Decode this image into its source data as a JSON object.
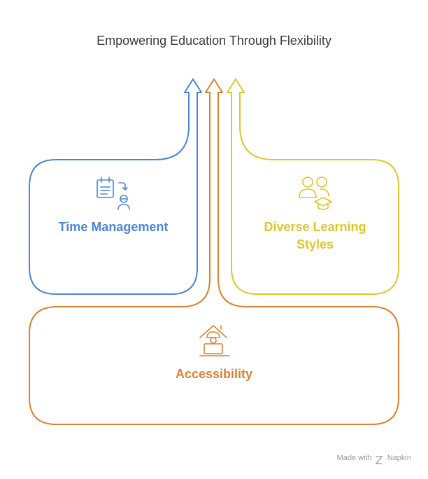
{
  "title": "Empowering Education Through Flexibility",
  "nodes": {
    "time_management": {
      "label": "Time Management",
      "icon": "calendar-clock-person-icon",
      "color": "#4a86d9"
    },
    "diverse_learning": {
      "label_line1": "Diverse Learning",
      "label_line2": "Styles",
      "icon": "users-graduation-cap-icon",
      "color": "#e1c52c"
    },
    "accessibility": {
      "label": "Accessibility",
      "icon": "house-laptop-icon",
      "color": "#dc8133"
    }
  },
  "footer": {
    "made_with": "Made with",
    "brand": "Napkin"
  }
}
